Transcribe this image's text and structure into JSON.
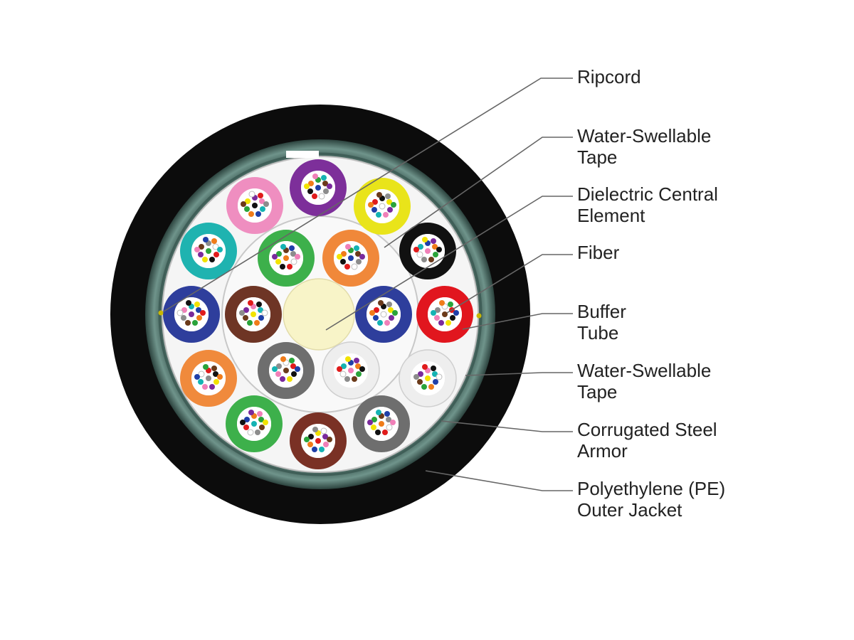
{
  "colors": {
    "jacket": "#0c0c0c",
    "armor": "#3f5e57",
    "armor_highlight": "#7fa39a",
    "inner_fill": "#f7f7f7",
    "central_element": "#f8f4c8",
    "leader_line": "#666666"
  },
  "labels": [
    {
      "id": "ripcord",
      "lines": [
        "Ripcord"
      ]
    },
    {
      "id": "water-swellable-tape-inner",
      "lines": [
        "Water-Swellable",
        "Tape"
      ]
    },
    {
      "id": "dielectric-central-element",
      "lines": [
        "Dielectric Central",
        "Element"
      ]
    },
    {
      "id": "fiber",
      "lines": [
        "Fiber"
      ]
    },
    {
      "id": "buffer-tube",
      "lines": [
        "Buffer",
        "Tube"
      ]
    },
    {
      "id": "water-swellable-tape-outer",
      "lines": [
        "Water-Swellable",
        "Tape"
      ]
    },
    {
      "id": "corrugated-steel-armor",
      "lines": [
        "Corrugated Steel",
        "Armor"
      ]
    },
    {
      "id": "polyethylene-outer-jacket",
      "lines": [
        "Polyethylene (PE)",
        "Outer Jacket"
      ]
    }
  ],
  "fiber_colors": [
    "#1f3fa8",
    "#f07c1a",
    "#2aa33a",
    "#6b3a1a",
    "#8c8c8c",
    "#ffffff",
    "#e01b1b",
    "#111111",
    "#f2e300",
    "#7a2a9c",
    "#f080b8",
    "#15b3b3"
  ],
  "tubes": [
    {
      "ring": "outer",
      "color": "#7d2f9a"
    },
    {
      "ring": "outer",
      "color": "#e9e41a"
    },
    {
      "ring": "outer",
      "color": "#111111"
    },
    {
      "ring": "outer",
      "color": "#e1161e"
    },
    {
      "ring": "outer",
      "color": "#eeeeee"
    },
    {
      "ring": "outer",
      "color": "#6e6e6e"
    },
    {
      "ring": "outer",
      "color": "#7a3125"
    },
    {
      "ring": "outer",
      "color": "#3db04b"
    },
    {
      "ring": "outer",
      "color": "#f08a3c"
    },
    {
      "ring": "outer",
      "color": "#2e3e9c"
    },
    {
      "ring": "outer",
      "color": "#1fb3b0"
    },
    {
      "ring": "outer",
      "color": "#ef8ec0"
    },
    {
      "ring": "inner",
      "color": "#f0883a"
    },
    {
      "ring": "inner",
      "color": "#2e3e9c"
    },
    {
      "ring": "inner",
      "color": "#eeeeee"
    },
    {
      "ring": "inner",
      "color": "#6e6e6e"
    },
    {
      "ring": "inner",
      "color": "#6e3525"
    },
    {
      "ring": "inner",
      "color": "#3db04b"
    }
  ]
}
